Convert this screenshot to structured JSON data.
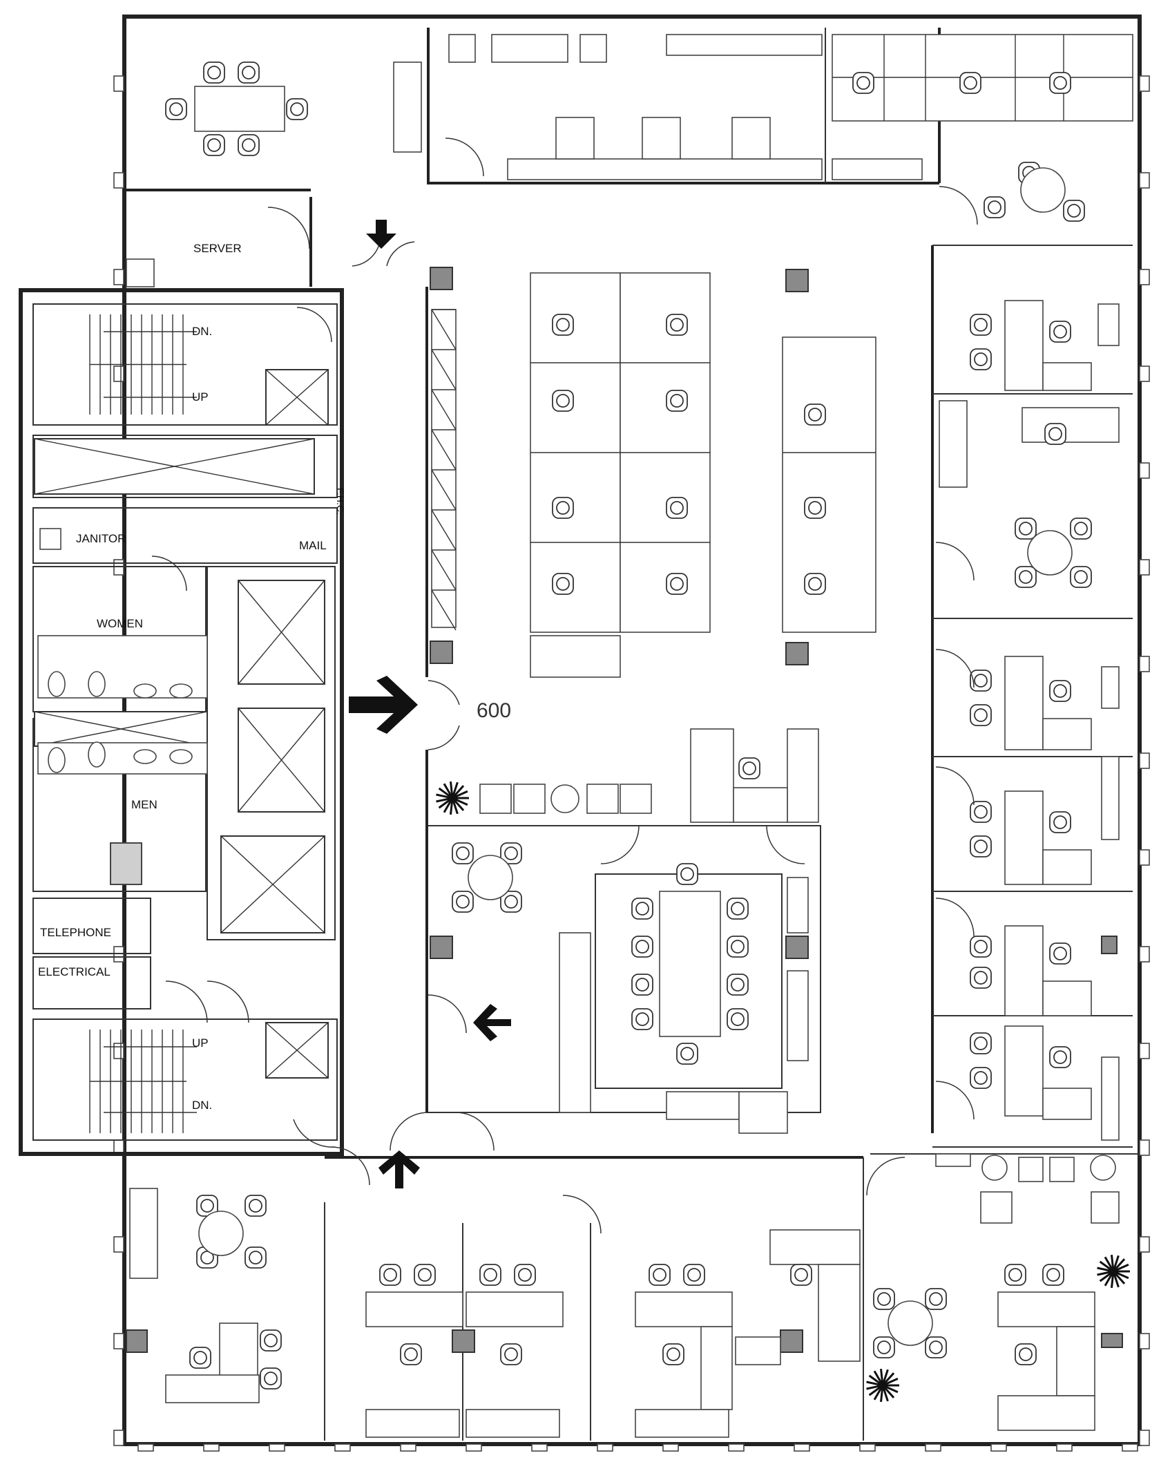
{
  "plan": {
    "suite_number": "600",
    "rooms": {
      "server": "SERVER",
      "janitor": "JANITOR",
      "mail": "MAIL",
      "women": "WOMEN",
      "men": "MEN",
      "telephone": "TELEPHONE",
      "electrical": "ELECTRICAL",
      "fhc": "F.H.C."
    },
    "stairs": {
      "north_dn": "DN.",
      "north_up": "UP",
      "south_up": "UP",
      "south_dn": "DN."
    }
  }
}
